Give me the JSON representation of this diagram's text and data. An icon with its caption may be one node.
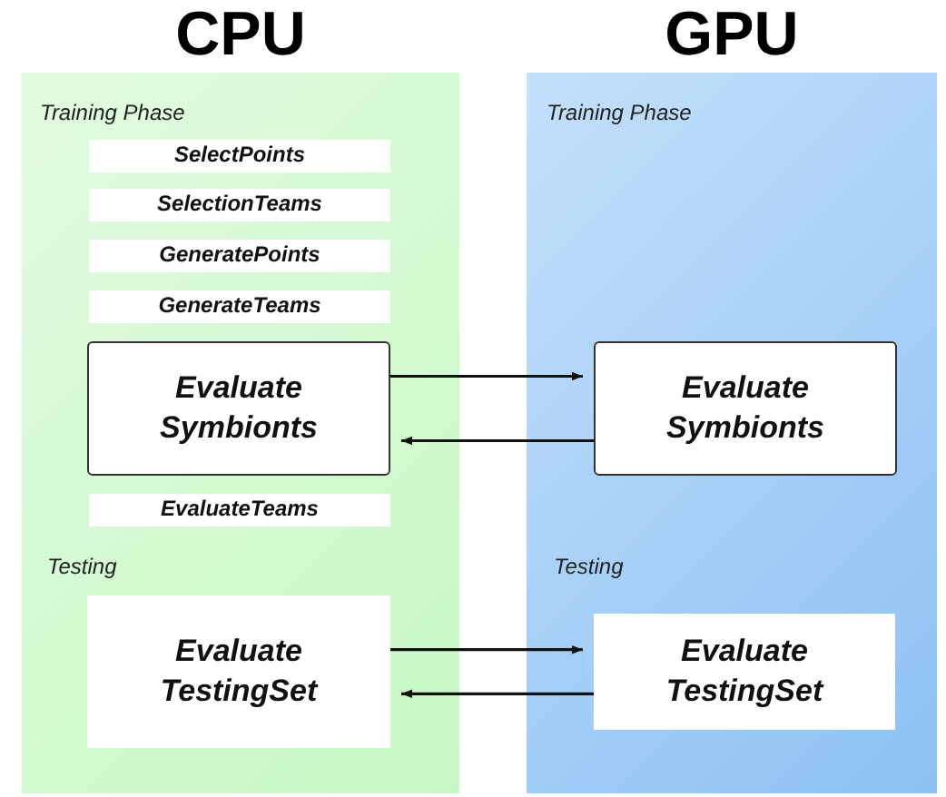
{
  "diagram": {
    "nodes": [
      {
        "text": [
          "CPU",
          "Training Phase",
          "Testing"
        ]
      },
      {
        "text": [
          "SelectPoints"
        ],
        "in": 0
      },
      {
        "text": [
          "SelectionTeams"
        ],
        "in": 0
      },
      {
        "text": [
          "GeneratePoints"
        ],
        "in": 0
      },
      {
        "text": [
          "GenerateTeams"
        ],
        "in": 0
      },
      {
        "text": [
          "Evaluate Symbionts"
        ],
        "in": 0
      },
      {
        "text": [
          "EvaluateTeams"
        ],
        "in": 0
      },
      {
        "text": [
          "Evaluate TestingSet"
        ],
        "in": 0
      },
      {
        "text": [
          "GPU",
          "Training Phase",
          "Testing"
        ]
      },
      {
        "text": [
          "Evaluate Symbionts"
        ],
        "in": 8
      },
      {
        "text": [
          "Evaluate TestingSet"
        ],
        "in": 8
      }
    ],
    "edges": [
      {
        "from": 5,
        "to": 9,
        "arrow": "to"
      },
      {
        "from": 9,
        "to": 5,
        "arrow": "to"
      },
      {
        "from": 7,
        "to": 10,
        "arrow": "to"
      },
      {
        "from": 10,
        "to": 7,
        "arrow": "to"
      }
    ]
  }
}
